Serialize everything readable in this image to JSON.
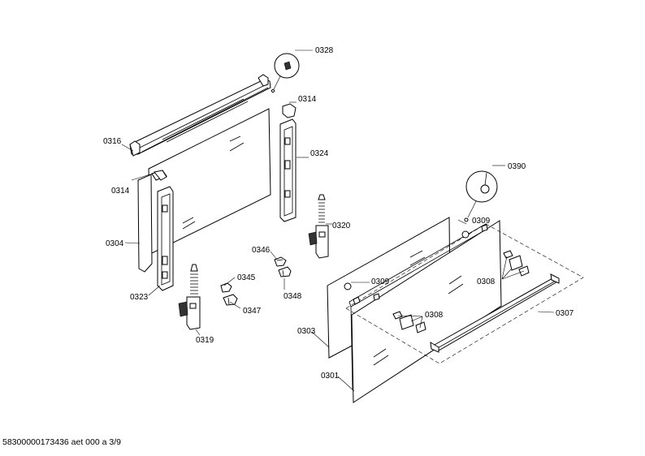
{
  "labels": {
    "p0328": "0328",
    "p0314a": "0314",
    "p0316": "0316",
    "p0324": "0324",
    "p0314b": "0314",
    "p0304": "0304",
    "p0320": "0320",
    "p0346": "0346",
    "p0345": "0345",
    "p0348": "0348",
    "p0347": "0347",
    "p0323": "0323",
    "p0319": "0319",
    "p0390": "0390",
    "p0309a": "0309",
    "p0309b": "0309",
    "p0308a": "0308",
    "p0308b": "0308",
    "p0307": "0307",
    "p0303": "0303",
    "p0301": "0301"
  },
  "footer": "58300000173436 aet 000 a 3/9"
}
